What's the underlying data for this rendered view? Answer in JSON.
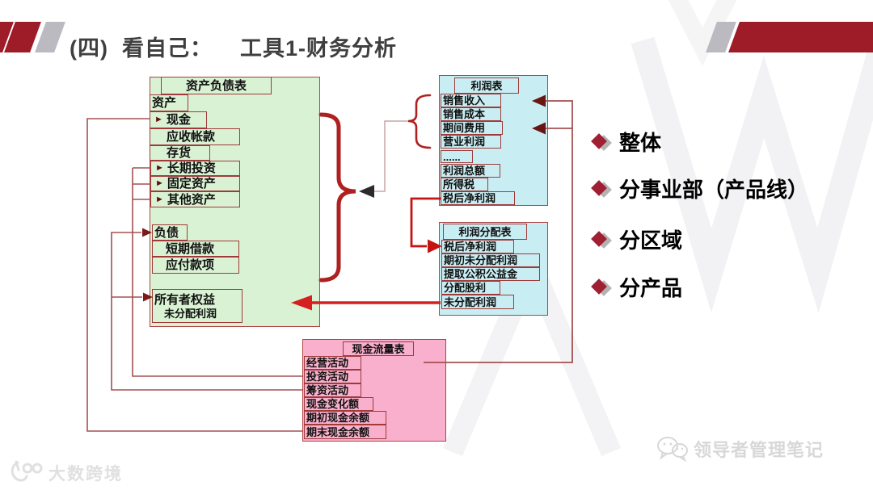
{
  "slide": {
    "title": "(四)  看自己：    工具1-财务分析"
  },
  "icons": {
    "row_marker": "►"
  },
  "colors": {
    "accent_red": "#9e1b28",
    "arrow_red": "#d61f1f",
    "balance_sheet_fill": "#d9f2d3",
    "income_statement_fill": "#c8eef3",
    "cash_flow_fill": "#f8b0cc"
  },
  "balance_sheet": {
    "title": "资产负债表",
    "assets_header": "资产",
    "cash": "现金",
    "receivables": "应收帐款",
    "inventory": "存货",
    "long_term_investment": "长期投资",
    "fixed_assets": "固定资产",
    "other_assets": "其他资产",
    "liabilities_header": "负债",
    "short_term_loans": "短期借款",
    "payables": "应付款项",
    "equity_header": "所有者权益",
    "undistributed_profit": "未分配利润"
  },
  "income_statement": {
    "title": "利润表",
    "sales_revenue": "销售收入",
    "cost_of_sales": "销售成本",
    "period_expenses": "期间费用",
    "operating_profit": "营业利润",
    "ellipsis": "......",
    "total_profit": "利润总额",
    "income_tax": "所得税",
    "net_profit_after_tax": "税后净利润"
  },
  "profit_distribution": {
    "title": "利润分配表",
    "net_profit_after_tax": "税后净利润",
    "beginning_undistributed_profit": "期初未分配利润",
    "surplus_reserve_welfare_fund": "提取公积公益金",
    "dividends": "分配股利",
    "undistributed_profit": "未分配利润"
  },
  "cash_flow": {
    "title": "现金流量表",
    "operating_activities": "经营活动",
    "investing_activities": "投资活动",
    "financing_activities": "筹资活动",
    "cash_change": "现金变化额",
    "beginning_cash_balance": "期初现金余额",
    "ending_cash_balance": "期末现金余额"
  },
  "analysis_dimensions": {
    "items": [
      {
        "label": "整体"
      },
      {
        "label": "分事业部（产品线）"
      },
      {
        "label": "分区域"
      },
      {
        "label": "分产品"
      }
    ]
  },
  "watermarks": {
    "bottom_left_brand": "大数跨境",
    "bottom_right_brand": "领导者管理笔记"
  }
}
